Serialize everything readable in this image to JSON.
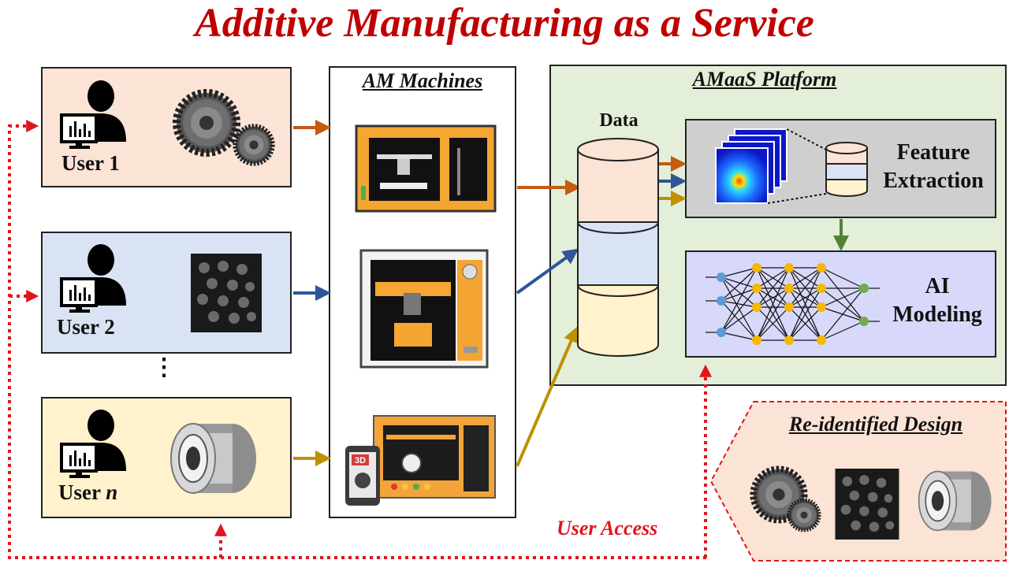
{
  "title": "Additive Manufacturing as a Service",
  "users": [
    {
      "label": "User 1",
      "part": "gears-icon",
      "bg": "#fbe3d6"
    },
    {
      "label": "User 2",
      "part": "lattice-cube-icon",
      "bg": "#dae3f3"
    },
    {
      "label_prefix": "User ",
      "label_var": "n",
      "part": "bearing-part-icon",
      "bg": "#fff2cc"
    }
  ],
  "ellipsis": "⋮",
  "machines": {
    "title": "AM Machines",
    "items": [
      "printer-1-icon",
      "printer-2-icon",
      "printer-3d-mobile-icon"
    ],
    "mobile_badge": "3D"
  },
  "platform": {
    "title": "AMaaS Platform",
    "data_label": "Data",
    "feature_line1": "Feature",
    "feature_line2": "Extraction",
    "ai_line1": "AI",
    "ai_line2": "Modeling"
  },
  "redesign": {
    "title": "Re-identified Design"
  },
  "user_access": "User Access",
  "colors": {
    "title": "#c00000",
    "arrow_user1": "#c55a11",
    "arrow_user2": "#2f5597",
    "arrow_usern": "#bf9000",
    "arrow_green": "#548235",
    "dotted": "#e0151d",
    "platform_bg": "#e3efd9",
    "feature_bg": "#cfcfcf",
    "ai_bg": "#d8d8fb"
  }
}
